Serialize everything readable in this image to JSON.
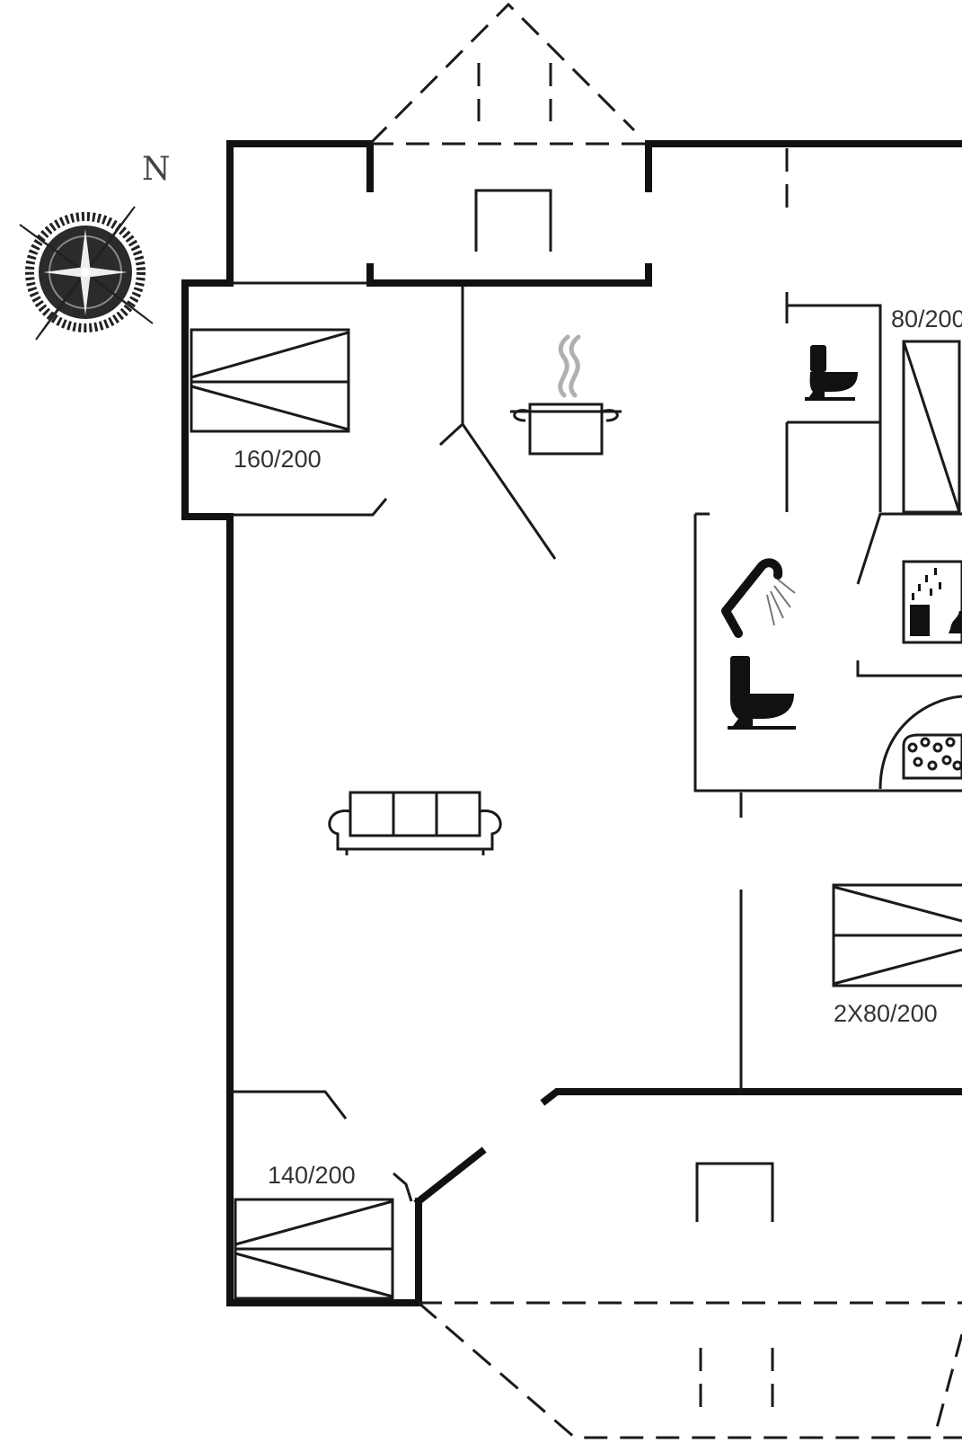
{
  "compass": {
    "north_label": "N",
    "icon": "compass-rose-icon"
  },
  "beds": {
    "bed_1": "160/200",
    "bed_2": "80/200",
    "bed_3": "2X80/200",
    "bed_4": "140/200"
  },
  "icons": {
    "kitchen": "cooking-pot-icon",
    "living": "sofa-icon",
    "toilet": "toilet-icon",
    "shower": "shower-icon",
    "sauna": "sauna-icon",
    "spa": "whirlpool-icon"
  },
  "colors": {
    "wall": "#111111",
    "line": "#1a1a1a",
    "text": "#333333",
    "steam": "#b0b0b0"
  }
}
